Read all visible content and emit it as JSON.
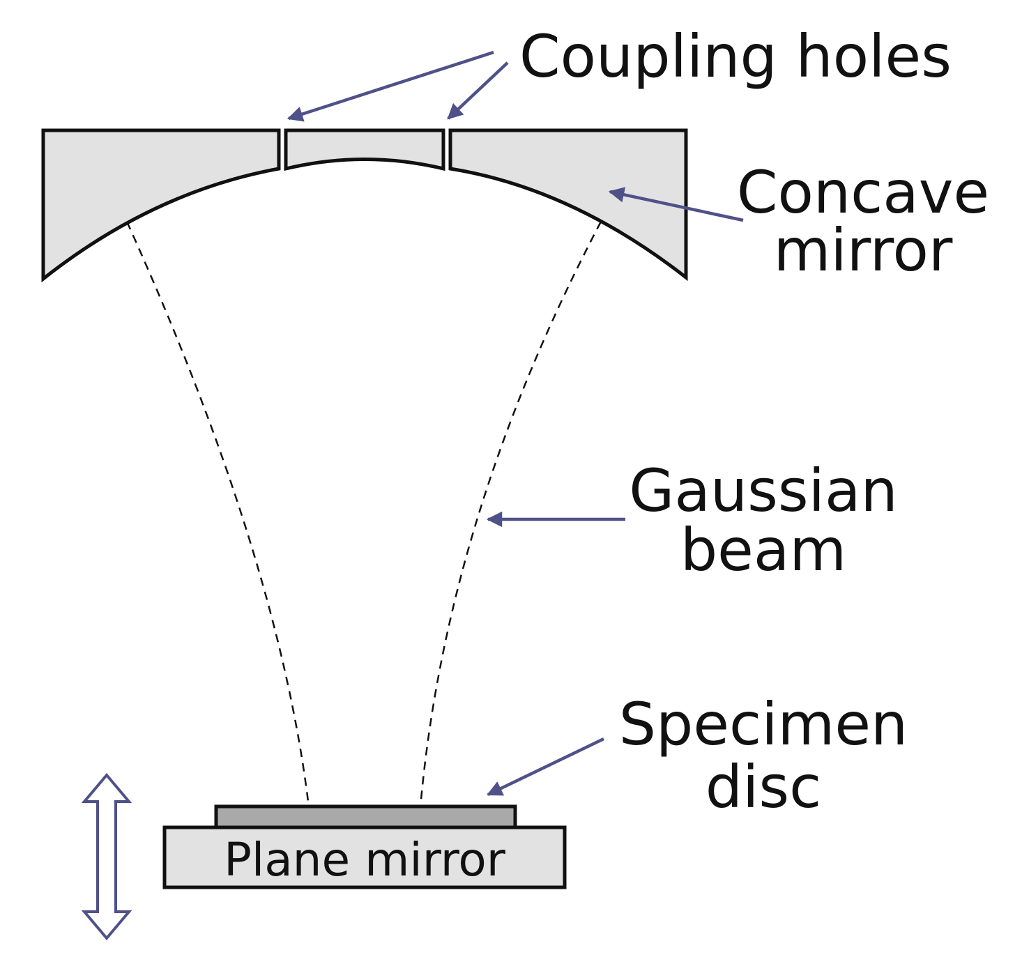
{
  "labels": {
    "coupling_holes": "Coupling holes",
    "concave_mirror_line1": "Concave",
    "concave_mirror_line2": "mirror",
    "gaussian_beam_line1": "Gaussian",
    "gaussian_beam_line2": "beam",
    "specimen_disc_line1": "Specimen",
    "specimen_disc_line2": "disc",
    "plane_mirror": "Plane mirror"
  },
  "colors": {
    "mirror_fill": "#e2e2e2",
    "specimen_fill": "#a9a9a9",
    "outline": "#111111",
    "arrow": "#4f5188"
  }
}
